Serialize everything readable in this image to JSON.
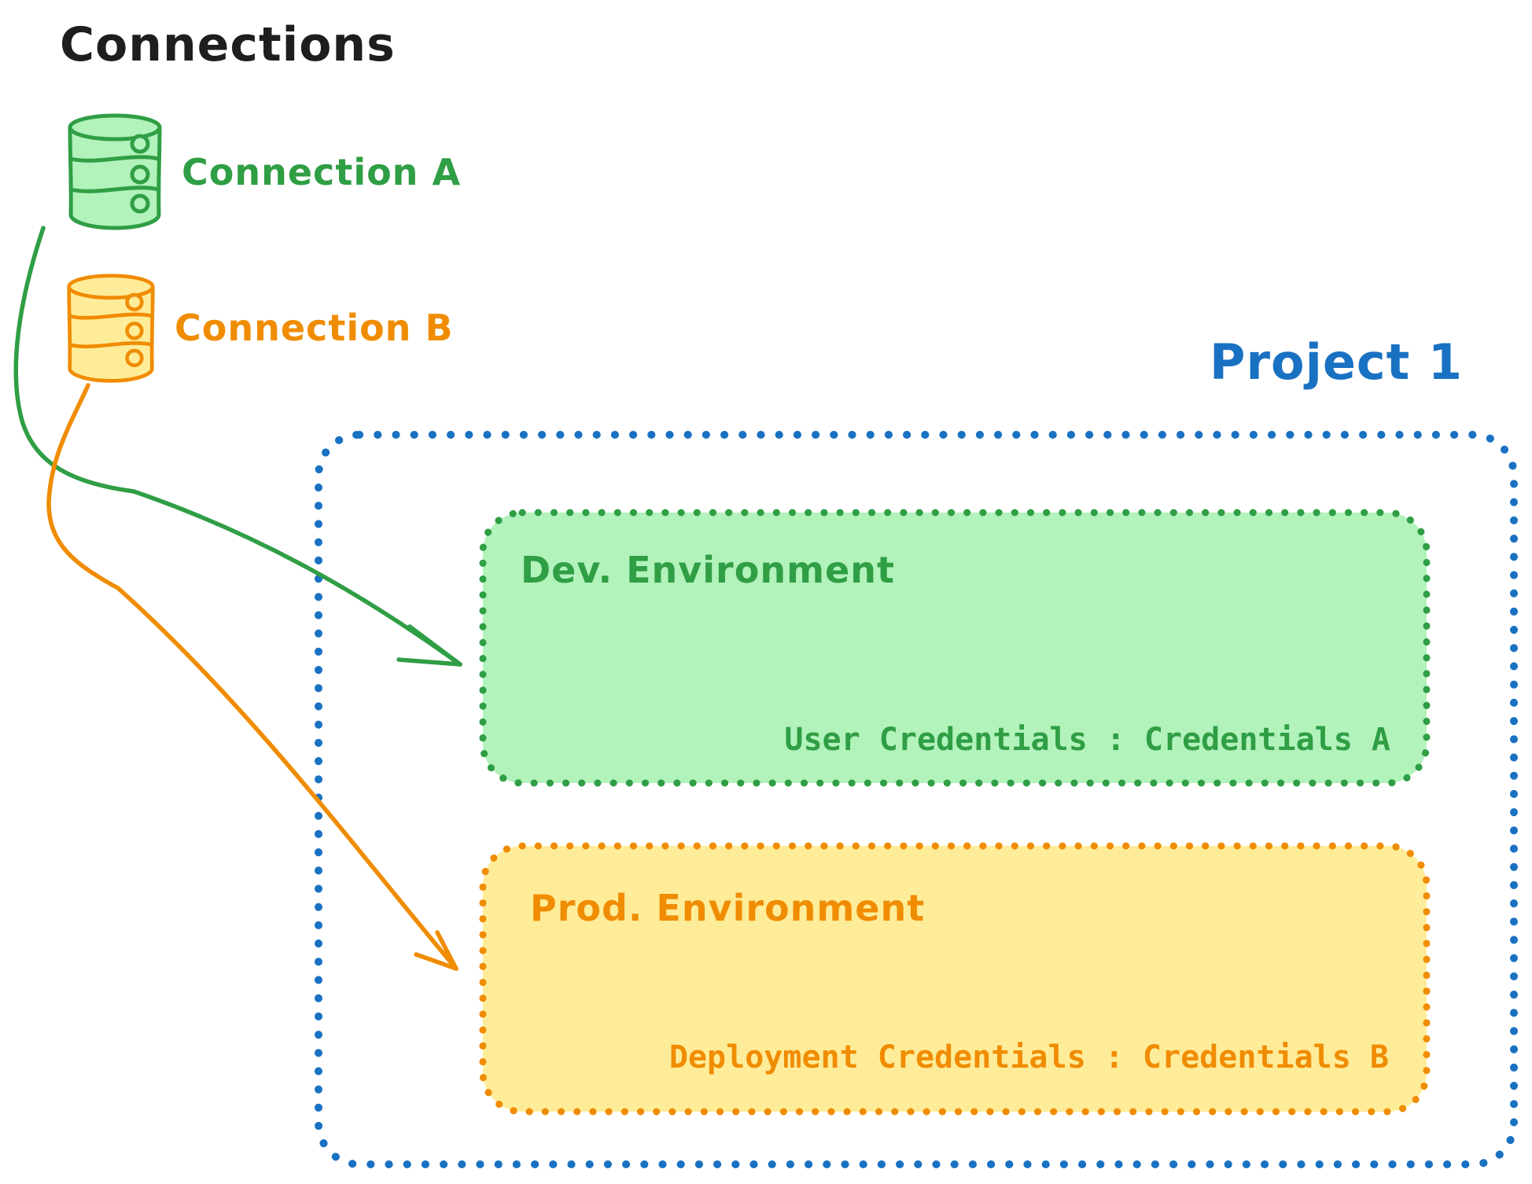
{
  "title": "Connections",
  "connections": [
    {
      "id": "connection-a",
      "label": "Connection A",
      "icon": "database-icon",
      "stroke_color": "#2f9e44",
      "fill_color": "#b2f2bb"
    },
    {
      "id": "connection-b",
      "label": "Connection B",
      "icon": "database-icon",
      "stroke_color": "#f08c00",
      "fill_color": "#ffec99"
    }
  ],
  "project": {
    "label": "Project 1",
    "color": "#1971c2",
    "environments": [
      {
        "name": "Dev. Environment",
        "credentials": "User Credentials : Credentials A",
        "stroke_color": "#2f9e44",
        "fill_color": "#b2f2bb"
      },
      {
        "name": "Prod. Environment",
        "credentials": "Deployment Credentials : Credentials B",
        "stroke_color": "#f08c00",
        "fill_color": "#ffec99"
      }
    ]
  },
  "arrows": [
    {
      "from": "Connection A",
      "to": "Dev. Environment",
      "color": "#2f9e44"
    },
    {
      "from": "Connection B",
      "to": "Prod. Environment",
      "color": "#f08c00"
    }
  ],
  "colors": {
    "title_text": "#1e1e1e",
    "green_stroke": "#2f9e44",
    "green_fill": "#b2f2bb",
    "orange_stroke": "#f08c00",
    "orange_fill": "#ffec99",
    "blue_stroke": "#1971c2"
  }
}
